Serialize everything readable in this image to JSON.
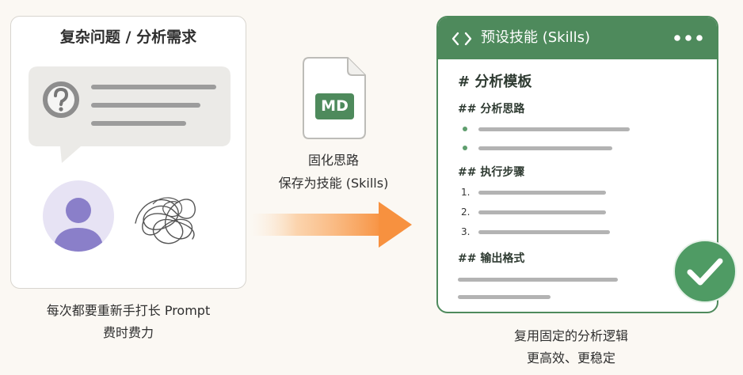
{
  "left_card": {
    "title": "复杂问题 / 分析需求"
  },
  "left_caption": {
    "line1": "每次都要重新手打长 Prompt",
    "line2": "费时费力"
  },
  "middle": {
    "file_label": "MD",
    "line1": "固化思路",
    "line2": "保存为技能 (Skills)"
  },
  "skill_window": {
    "title": "预设技能 (Skills)",
    "doc_title": "# 分析模板",
    "sections": [
      {
        "heading": "## 分析思路"
      },
      {
        "heading": "## 执行步骤",
        "markers": [
          "1.",
          "2.",
          "3."
        ]
      },
      {
        "heading": "## 输出格式"
      }
    ]
  },
  "right_caption": {
    "line1": "复用固定的分析逻辑",
    "line2": "更高效、更稳定"
  },
  "icons": [
    "question-icon",
    "user-avatar-icon",
    "scribble-icon",
    "markdown-file-icon",
    "arrow-right-icon",
    "code-brackets-icon",
    "more-options-icon",
    "checkmark-icon"
  ],
  "colors": {
    "background": "#fbf8f3",
    "accent_green": "#4e8a5c",
    "arrow_orange": "#f7913f",
    "avatar_purple": "#8a7fc9",
    "check_green": "#4f9b64"
  }
}
